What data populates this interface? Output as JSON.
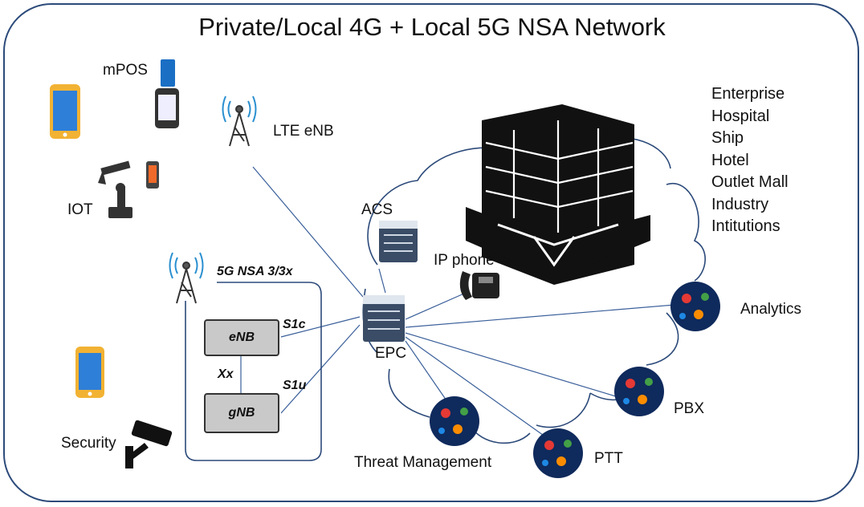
{
  "title": "Private/Local 4G + Local 5G NSA Network",
  "labels": {
    "mpos": "mPOS",
    "iot": "IOT",
    "lte_enb": "LTE eNB",
    "acs": "ACS",
    "ip_phone": "IP phone",
    "epc": "EPC",
    "analytics": "Analytics",
    "pbx": "PBX",
    "ptt": "PTT",
    "threat_management": "Threat Management",
    "security": "Security",
    "nsa": "5G NSA 3/3x",
    "s1c": "S1c",
    "s1u": "S1u",
    "xx": "Xx",
    "enb": "eNB",
    "gnb": "gNB"
  },
  "sites": [
    "Enterprise",
    "Hospital",
    "Ship",
    "Hotel",
    "Outlet Mall",
    "Industry",
    "Intitutions"
  ],
  "colors": {
    "frame": "#2c4a7a",
    "line": "#3a5f9a",
    "cloud": "#2c4a7a",
    "box_fill": "#c9c9c9"
  }
}
